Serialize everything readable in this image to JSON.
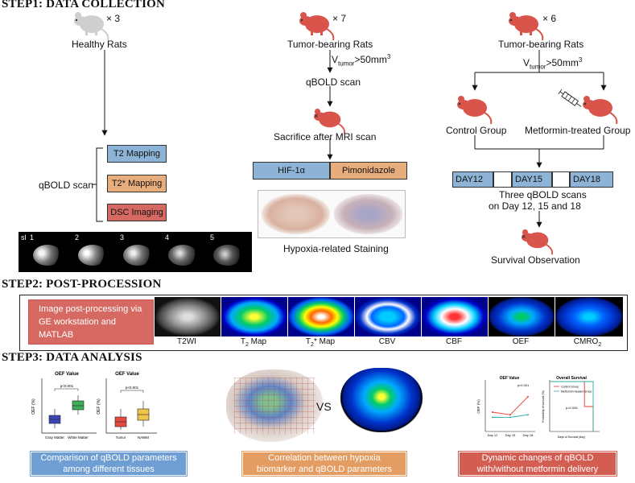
{
  "step1": {
    "title": "STEP1: DATA COLLECTION",
    "healthy_count": "× 3",
    "healthy_label": "Healthy Rats",
    "tumor7_count": "× 7",
    "tumor7_label": "Tumor-bearing Rats",
    "tumor6_count": "× 6",
    "tumor6_label": "Tumor-bearing Rats",
    "vtumor_main": "V",
    "vtumor_sub": "tumor",
    "vtumor_rest": ">50mm",
    "vtumor_sup": "3",
    "qbold_scan_label": "qBOLD scan",
    "qbold_scan_mid": "qBOLD scan",
    "sacrifice_label": "Sacrifice after MRI scan",
    "hif_label": "HIF-1α",
    "pimo_label": "Pimonidazole",
    "staining_label": "Hypoxia-related Staining",
    "control_label": "Control Group",
    "metformin_label": "Metformin-treated Group",
    "mapping": [
      "T2 Mapping",
      "T2* Mapping",
      "DSC Imaging"
    ],
    "days": [
      "DAY12",
      "DAY15",
      "DAY18"
    ],
    "three_scans_line1": "Three qBOLD scans",
    "three_scans_line2": "on Day 12, 15 and 18",
    "survival_label": "Survival Observation",
    "slice_prefix": "sl",
    "slices": [
      "1",
      "2",
      "3",
      "4",
      "5"
    ]
  },
  "step2": {
    "title": "STEP2: POST-PROCESSION",
    "processing_text": "Image post-processing via GE workstation and MATLAB",
    "maps": [
      {
        "label": "T2WI"
      },
      {
        "label": "T",
        "sub": "2",
        "suffix": " Map"
      },
      {
        "label": "T",
        "sub": "2",
        "suffix": "* Map"
      },
      {
        "label": "CBV"
      },
      {
        "label": "CBF"
      },
      {
        "label": "OEF"
      },
      {
        "label": "CMRO",
        "sub": "2"
      }
    ]
  },
  "step3": {
    "title": "STEP3: DATA ANALYSIS",
    "vs_label": "VS",
    "captions": [
      "Comparison of qBOLD parameters among different tissues",
      "Correlation between hypoxia biomarker and qBOLD parameters",
      "Dynamic changes of qBOLD with/without metformin delivery"
    ],
    "oef_title": "OEF Value",
    "oef_ylabel": "OEF (%)",
    "box1_pval": "p<0.001",
    "box1_cats": [
      "Gray Matter",
      "White Matter"
    ],
    "box2_pval": "p<0.001",
    "box2_cats": [
      "Tumor",
      "NAWM"
    ],
    "line_title": "OEF Value",
    "line_pval": "p<0.001",
    "line_ylabel": "OEF (%)",
    "line_cats": [
      "Day 12",
      "Day 15",
      "Day 18"
    ],
    "surv_title": "Overall Survival",
    "surv_ylabel": "Probability of survival (%)",
    "surv_xlabel": "Days of Survival (day)",
    "surv_legend": [
      "Control Group",
      "Metformin-treated Group"
    ],
    "surv_pval": "p=0.026"
  },
  "colors": {
    "rat_red": "#d9554b",
    "rat_gray": "#cfcfcf",
    "blue": "#8db4d6",
    "orange": "#e8ad7d",
    "red": "#d66a62"
  },
  "icons": [
    "rat-icon",
    "syringe-icon",
    "arrow-icon",
    "bracket-icon"
  ],
  "chart_data": [
    {
      "type": "box",
      "title": "OEF Value",
      "ylabel": "OEF (%)",
      "categories": [
        "Gray Matter",
        "White Matter"
      ],
      "ylim": [
        20,
        60
      ],
      "series": [
        {
          "values": [
            33,
            46
          ]
        }
      ]
    },
    {
      "type": "box",
      "title": "OEF Value",
      "ylabel": "OEF (%)",
      "categories": [
        "Tumor",
        "NAWM"
      ],
      "ylim": [
        0,
        60
      ],
      "series": [
        {
          "values": [
            20,
            30
          ]
        }
      ]
    },
    {
      "type": "line",
      "title": "OEF Value",
      "ylabel": "OEF (%)",
      "categories": [
        "Day 12",
        "Day 15",
        "Day 18"
      ],
      "ylim": [
        0,
        40
      ],
      "series": [
        {
          "values": [
            15,
            13,
            27
          ]
        },
        {
          "values": [
            11,
            11,
            13
          ]
        }
      ]
    },
    {
      "type": "line",
      "title": "Overall Survival",
      "ylabel": "Probability of survival (%)",
      "xlabel": "Days of Survival (day)",
      "ylim": [
        0,
        100
      ],
      "series": [
        {
          "name": "Control Group",
          "values": [
            100,
            100,
            100,
            100,
            50,
            0
          ]
        },
        {
          "name": "Metformin-treated Group",
          "values": [
            100,
            100,
            100,
            100,
            100,
            0
          ]
        }
      ]
    }
  ]
}
